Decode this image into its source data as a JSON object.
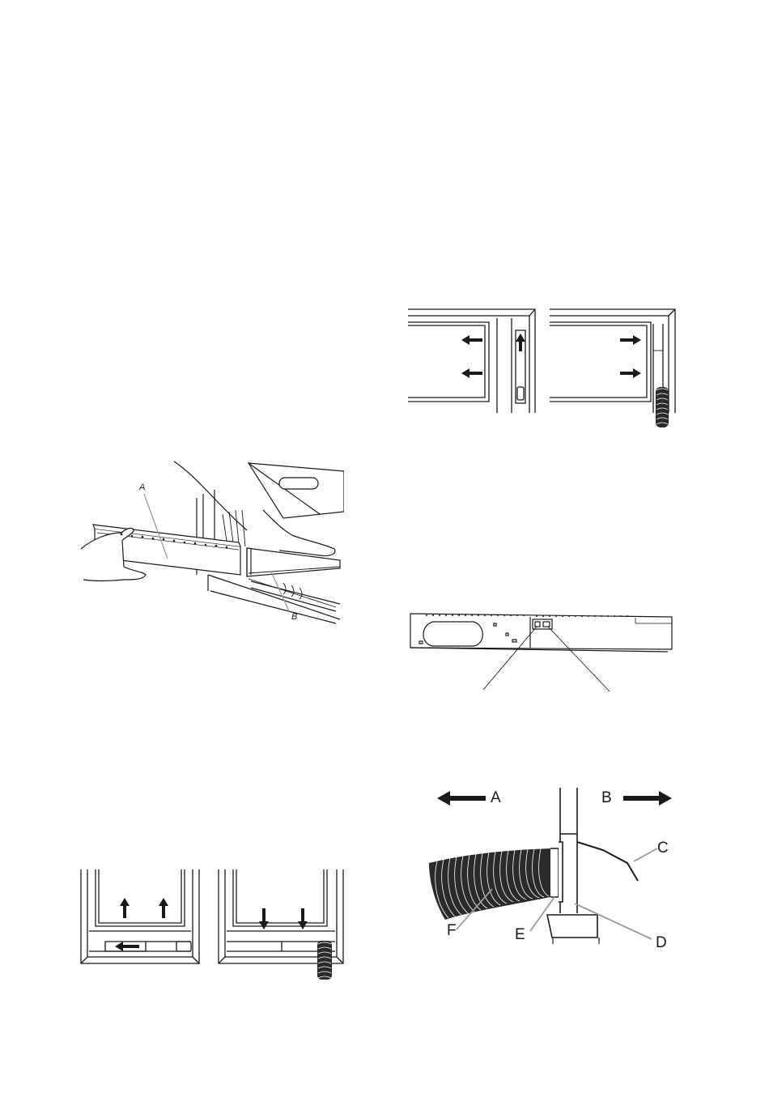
{
  "figure_slider_install": {
    "label_a": "A",
    "label_b": "B"
  },
  "figure_window_top": {},
  "figure_window_bottom": {},
  "figure_slider_detail": {},
  "figure_hose_cross_section": {
    "arrow_a_label": "A",
    "arrow_b_label": "B",
    "label_c": "C",
    "label_d": "D",
    "label_e": "E",
    "label_f": "F"
  },
  "colors": {
    "ink": "#1a1a1a",
    "leader_grey": "#9a9a9a",
    "hose": "#2a2a2a"
  }
}
